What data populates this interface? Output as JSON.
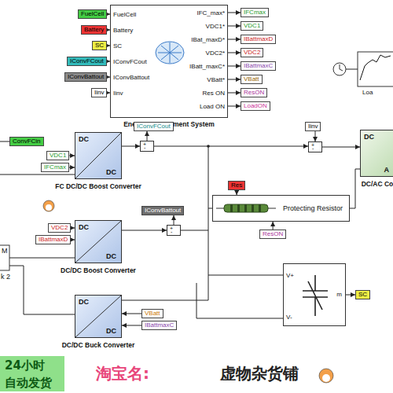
{
  "diagram": {
    "nodes": [
      {
        "text": [
          "FuelCell",
          "Battery",
          "SC",
          "IConvFCout",
          "IConvBattout",
          "Iinv",
          "IFC_max*",
          "VDC1*",
          "IBat_maxD*",
          "VDC2*",
          "IBatt_maxC*",
          "VBatt*",
          "Res ON",
          "Load ON",
          "Energy Management System"
        ]
      },
      {
        "text": [
          "FuelCell"
        ]
      },
      {
        "text": [
          "Battery"
        ]
      },
      {
        "text": [
          "SC"
        ]
      },
      {
        "text": [
          "IConvFCout"
        ]
      },
      {
        "text": [
          "IConvBattout"
        ]
      },
      {
        "text": [
          "Iinv"
        ]
      },
      {
        "text": [
          "IFCmax"
        ]
      },
      {
        "text": [
          "VDC1"
        ]
      },
      {
        "text": [
          "IBattmaxD"
        ]
      },
      {
        "text": [
          "VDC2"
        ]
      },
      {
        "text": [
          "IBattmaxC"
        ]
      },
      {
        "text": [
          "VBatt"
        ]
      },
      {
        "text": [
          "ResON"
        ]
      },
      {
        "text": [
          "LoadON"
        ]
      },
      {
        "text": [
          "ConvFCin"
        ]
      },
      {
        "text": [
          "DC",
          "DC",
          "FC DC/DC Boost Converter"
        ]
      },
      {
        "text": [
          "VDC1"
        ]
      },
      {
        "text": [
          "IFCmax"
        ]
      },
      {
        "text": [
          "+",
          "-"
        ]
      },
      {
        "text": [
          "IConvFCout"
        ]
      },
      {
        "text": [
          "Iinv"
        ]
      },
      {
        "text": [
          "+",
          "-"
        ]
      },
      {
        "text": [
          "DC",
          "A",
          "DC/AC Co"
        ]
      },
      {
        "text": [
          "Res"
        ]
      },
      {
        "text": [
          "Protecting Resistor"
        ]
      },
      {
        "text": [
          "ResON"
        ]
      },
      {
        "text": [
          "IConvBattout"
        ]
      },
      {
        "text": [
          "+",
          "-"
        ]
      },
      {
        "text": [
          "VDC2"
        ]
      },
      {
        "text": [
          "IBattmaxD"
        ]
      },
      {
        "text": [
          "DC",
          "DC",
          "DC/DC Boost Converter"
        ]
      },
      {
        "text": [
          "V+",
          "V-",
          "m"
        ]
      },
      {
        "text": [
          "SC"
        ]
      },
      {
        "text": [
          "VBatt"
        ]
      },
      {
        "text": [
          "IBattmaxC"
        ]
      },
      {
        "text": [
          "DC",
          "DC",
          "DC/DC Buck Converter"
        ]
      }
    ],
    "edges": [
      {
        "from": 1,
        "to": 0,
        "arrow": "to"
      },
      {
        "from": 2,
        "to": 0,
        "arrow": "to"
      },
      {
        "from": 3,
        "to": 0,
        "arrow": "to"
      },
      {
        "from": 4,
        "to": 0,
        "arrow": "to"
      },
      {
        "from": 5,
        "to": 0,
        "arrow": "to"
      },
      {
        "from": 6,
        "to": 0,
        "arrow": "to"
      },
      {
        "from": 0,
        "to": 7,
        "arrow": "to"
      },
      {
        "from": 0,
        "to": 8,
        "arrow": "to"
      },
      {
        "from": 0,
        "to": 9,
        "arrow": "to"
      },
      {
        "from": 0,
        "to": 10,
        "arrow": "to"
      },
      {
        "from": 0,
        "to": 11,
        "arrow": "to"
      },
      {
        "from": 0,
        "to": 12,
        "arrow": "to"
      },
      {
        "from": 0,
        "to": 13,
        "arrow": "to"
      },
      {
        "from": 0,
        "to": 14,
        "arrow": "to"
      },
      {
        "from": 17,
        "to": 16,
        "arrow": "to"
      },
      {
        "from": 18,
        "to": 16,
        "arrow": "to"
      },
      {
        "from": 16,
        "to": 19,
        "arrow": "to"
      },
      {
        "from": 19,
        "to": 20,
        "arrow": "to"
      },
      {
        "from": 19,
        "to": 22,
        "arrow": "to"
      },
      {
        "from": 21,
        "to": 22,
        "arrow": "to"
      },
      {
        "from": 22,
        "to": 23,
        "arrow": "to"
      },
      {
        "from": 24,
        "to": 25,
        "arrow": "to"
      },
      {
        "from": 26,
        "to": 25,
        "arrow": "to"
      },
      {
        "from": 29,
        "to": 31,
        "arrow": "to"
      },
      {
        "from": 30,
        "to": 31,
        "arrow": "to"
      },
      {
        "from": 31,
        "to": 28,
        "arrow": "to"
      },
      {
        "from": 28,
        "to": 27,
        "arrow": "to"
      },
      {
        "from": 32,
        "to": 33,
        "arrow": "to"
      },
      {
        "from": 34,
        "to": 36,
        "arrow": "to"
      },
      {
        "from": 35,
        "to": 36,
        "arrow": "to"
      }
    ],
    "labels": [
      "Loa",
      "M",
      "k 2",
      "24小时 自动发货",
      "淘宝名:",
      "虚物杂货铺"
    ]
  }
}
